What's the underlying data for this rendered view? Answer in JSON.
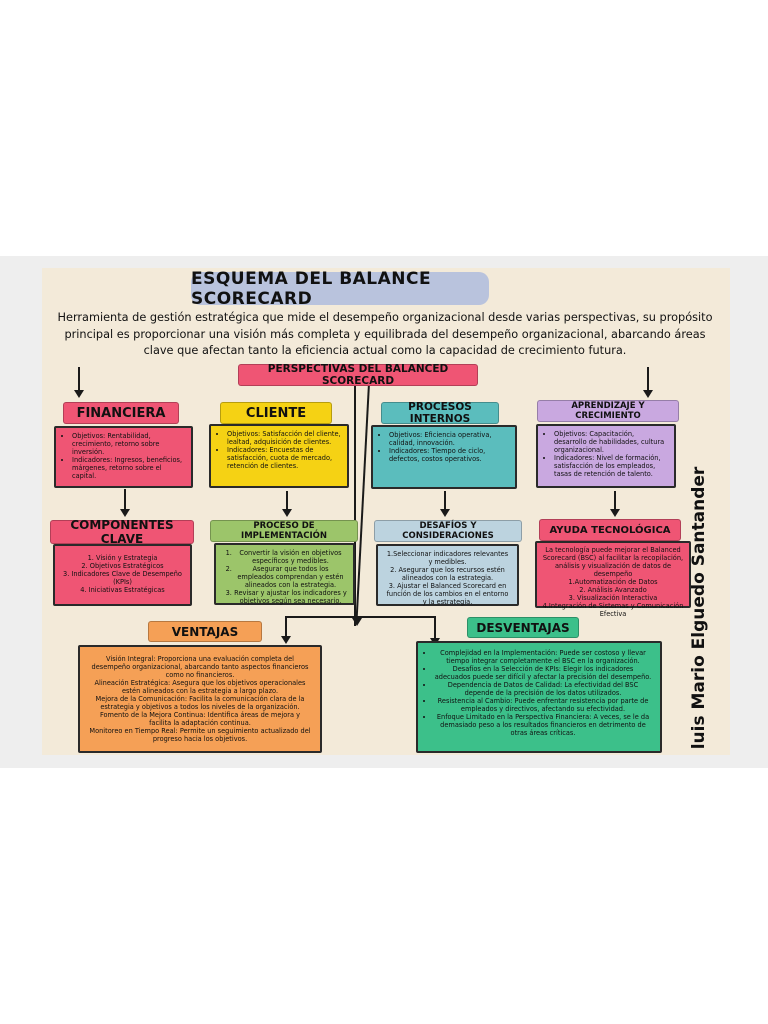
{
  "title": "ESQUEMA DEL BALANCE SCORECARD",
  "intro": "Herramienta de gestión estratégica que mide el desempeño organizacional desde varias perspectivas, su propósito principal es proporcionar una visión más completa y equilibrada del desempeño organizacional, abarcando áreas clave que afectan tanto la eficiencia actual como la capacidad de crecimiento futura.",
  "perspectivas_header": "PERSPECTIVAS DEL BALANCED SCORECARD",
  "author": "luis Mario Elguedo Santander",
  "colors": {
    "pink": "#ef5574",
    "yellow": "#f5d214",
    "teal": "#5bbdbd",
    "lilac": "#c9a8e0",
    "green": "#9cc56a",
    "blue_grey": "#bcd3df",
    "orange": "#f5a056",
    "emerald": "#3cc08a",
    "background": "#f3ead9"
  },
  "financiera": {
    "header": "FINANCIERA",
    "items": [
      "Objetivos: Rentabilidad, crecimiento, retorno sobre inversión.",
      "Indicadores: Ingresos, beneficios, márgenes, retorno sobre el capital."
    ]
  },
  "cliente": {
    "header": "CLIENTE",
    "items": [
      "Objetivos: Satisfacción del cliente, lealtad, adquisición de clientes.",
      "Indicadores: Encuestas de satisfacción, cuota de mercado, retención de clientes."
    ]
  },
  "procesos": {
    "header": "PROCESOS INTERNOS",
    "items": [
      "Objetivos: Eficiencia operativa, calidad, innovación.",
      "Indicadores: Tiempo de ciclo, defectos, costos operativos."
    ]
  },
  "aprendizaje": {
    "header": "APRENDIZAJE Y CRECIMIENTO",
    "items": [
      "Objetivos: Capacitación, desarrollo de habilidades, cultura organizacional.",
      "Indicadores: Nivel de formación, satisfacción de los empleados, tasas de retención de talento."
    ]
  },
  "componentes": {
    "header": "COMPONENTES CLAVE",
    "items": [
      "1. Visión y Estrategia",
      "2. Objetivos Estratégicos",
      "3. Indicadores Clave de Desempeño (KPIs)",
      "4. Iniciativas Estratégicas"
    ]
  },
  "implementacion": {
    "header": "PROCESO DE IMPLEMENTACIÓN",
    "items": [
      "Convertir la visión en objetivos específicos y medibles.",
      "Asegurar que todos los empleados comprendan y estén alineados con la estrategia.",
      "Revisar y ajustar los indicadores y objetivos según sea necesario."
    ]
  },
  "desafios": {
    "header": "DESAFÍOS Y CONSIDERACIONES",
    "items": [
      "1.Seleccionar indicadores relevantes y medibles.",
      "2. Asegurar que los recursos estén alineados con la estrategia.",
      "3. Ajustar el Balanced Scorecard en función de los cambios en el entorno y la estrategia."
    ]
  },
  "ayuda": {
    "header": "AYUDA TECNOLÓGICA",
    "intro": "La tecnología puede mejorar el Balanced Scorecard (BSC) al facilitar la recopilación, análisis y visualización de datos de desempeño",
    "items": [
      "1.Automatización de Datos",
      "2. Análisis Avanzado",
      "3. Visualización Interactiva",
      "4.Integración de Sistemas y Comunicación Efectiva"
    ]
  },
  "ventajas": {
    "header": "VENTAJAS",
    "items": [
      "Visión Integral: Proporciona una evaluación completa del desempeño organizacional, abarcando tanto aspectos financieros como no financieros.",
      "Alineación Estratégica: Asegura que los objetivos operacionales estén alineados con la estrategia a largo plazo.",
      "Mejora de la Comunicación: Facilita la comunicación clara de la estrategia y objetivos a todos los niveles de la organización.",
      "Fomento de la Mejora Continua: Identifica áreas de mejora y facilita la adaptación continua.",
      "Monitoreo en Tiempo Real: Permite un seguimiento actualizado del progreso hacia los objetivos."
    ]
  },
  "desventajas": {
    "header": "DESVENTAJAS",
    "items": [
      "Complejidad en la Implementación: Puede ser costoso y llevar tiempo integrar completamente el BSC en la organización.",
      "Desafíos en la Selección de KPIs: Elegir los indicadores adecuados puede ser difícil y afectar la precisión del desempeño.",
      "Dependencia de Datos de Calidad: La efectividad del BSC depende de la precisión de los datos utilizados.",
      "Resistencia al Cambio: Puede enfrentar resistencia por parte de empleados y directivos, afectando su efectividad.",
      "Enfoque Limitado en la Perspectiva Financiera: A veces, se le da demasiado peso a los resultados financieros en detrimento de otras áreas críticas."
    ]
  }
}
